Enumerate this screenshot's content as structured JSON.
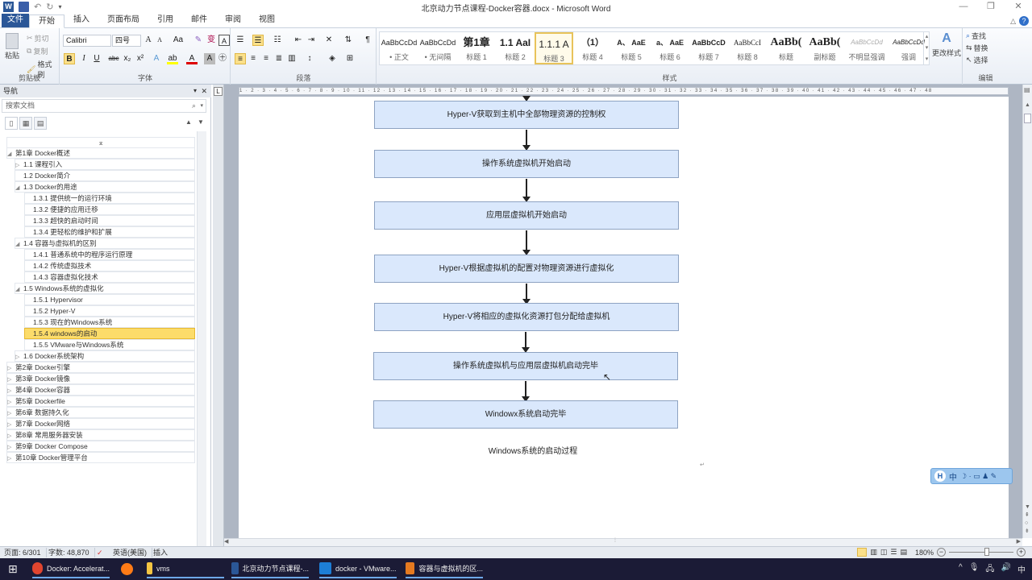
{
  "window": {
    "title": "北京动力节点课程-Docker容器.docx - Microsoft Word",
    "controls": {
      "minimize": "—",
      "restore": "❐",
      "close": "✕"
    }
  },
  "tabs": [
    {
      "label": "文件"
    },
    {
      "label": "开始"
    },
    {
      "label": "插入"
    },
    {
      "label": "页面布局"
    },
    {
      "label": "引用"
    },
    {
      "label": "邮件"
    },
    {
      "label": "审阅"
    },
    {
      "label": "视图"
    }
  ],
  "ribbon": {
    "clipboard": {
      "paste": "粘贴",
      "cut": "剪切",
      "copy": "复制",
      "format_painter": "格式刷",
      "label": "剪贴板"
    },
    "font": {
      "name": "Calibri",
      "size": "四号",
      "label": "字体",
      "bold": "B",
      "italic": "I",
      "underline": "U",
      "strike": "abc",
      "sub": "x₂",
      "sup": "x²"
    },
    "paragraph": {
      "label": "段落"
    },
    "styles": {
      "label": "样式",
      "items": [
        {
          "preview": "AaBbCcDd",
          "name": "• 正文"
        },
        {
          "preview": "AaBbCcDd",
          "name": "• 无间隔"
        },
        {
          "preview": "第1章",
          "name": "标题 1"
        },
        {
          "preview": "1.1 AaI",
          "name": "标题 2"
        },
        {
          "preview": "1.1.1 A",
          "name": "标题 3",
          "selected": true
        },
        {
          "preview": "（1）",
          "name": "标题 4"
        },
        {
          "preview": "A、 AaE",
          "name": "标题 5"
        },
        {
          "preview": "a、 AaE",
          "name": "标题 6"
        },
        {
          "preview": "AaBbCcD",
          "name": "标题 7"
        },
        {
          "preview": "AaBbCcI",
          "name": "标题 8"
        },
        {
          "preview": "AaBb(",
          "name": "标题"
        },
        {
          "preview": "AaBb(",
          "name": "副标题"
        },
        {
          "preview": "AaBbCcDd",
          "name": "不明显强调"
        },
        {
          "preview": "AaBbCcDd",
          "name": "强调"
        }
      ],
      "change_styles": "更改样式"
    },
    "editing": {
      "find": "查找",
      "replace": "替换",
      "select": "选择",
      "label": "编辑"
    }
  },
  "nav": {
    "title": "导航",
    "search_placeholder": "搜索文档",
    "outline": [
      {
        "label": "第1章 Docker概述",
        "level": 0,
        "expand": "◢"
      },
      {
        "label": "1.1 课程引入",
        "level": 1,
        "expand": "▷"
      },
      {
        "label": "1.2 Docker简介",
        "level": 1,
        "expand": ""
      },
      {
        "label": "1.3 Docker的用途",
        "level": 1,
        "expand": "◢"
      },
      {
        "label": "1.3.1 提供统一的运行环境",
        "level": 2,
        "expand": ""
      },
      {
        "label": "1.3.2 便捷的应用迁移",
        "level": 2,
        "expand": ""
      },
      {
        "label": "1.3.3 超快的启动时间",
        "level": 2,
        "expand": ""
      },
      {
        "label": "1.3.4 更轻松的维护和扩展",
        "level": 2,
        "expand": ""
      },
      {
        "label": "1.4 容器与虚拟机的区别",
        "level": 1,
        "expand": "◢"
      },
      {
        "label": "1.4.1 普通系统中的程序运行原理",
        "level": 2,
        "expand": ""
      },
      {
        "label": "1.4.2 传统虚拟技术",
        "level": 2,
        "expand": ""
      },
      {
        "label": "1.4.3 容器虚拟化技术",
        "level": 2,
        "expand": ""
      },
      {
        "label": "1.5 Windows系统的虚拟化",
        "level": 1,
        "expand": "◢"
      },
      {
        "label": "1.5.1 Hypervisor",
        "level": 2,
        "expand": ""
      },
      {
        "label": "1.5.2 Hyper-V",
        "level": 2,
        "expand": ""
      },
      {
        "label": "1.5.3 现在的Windows系统",
        "level": 2,
        "expand": ""
      },
      {
        "label": "1.5.4 windows的启动",
        "level": 2,
        "expand": "",
        "selected": true
      },
      {
        "label": "1.5.5 VMware与Windows系统",
        "level": 2,
        "expand": ""
      },
      {
        "label": "1.6 Docker系统架构",
        "level": 1,
        "expand": "▷"
      },
      {
        "label": "第2章  Docker引擎",
        "level": 0,
        "expand": "▷"
      },
      {
        "label": "第3章 Docker镜像",
        "level": 0,
        "expand": "▷"
      },
      {
        "label": "第4章 Docker容器",
        "level": 0,
        "expand": "▷"
      },
      {
        "label": "第5章 Dockerfile",
        "level": 0,
        "expand": "▷"
      },
      {
        "label": "第6章 数据持久化",
        "level": 0,
        "expand": "▷"
      },
      {
        "label": "第7章 Docker网络",
        "level": 0,
        "expand": "▷"
      },
      {
        "label": "第8章 常用服务器安装",
        "level": 0,
        "expand": "▷"
      },
      {
        "label": "第9章 Docker Compose",
        "level": 0,
        "expand": "▷"
      },
      {
        "label": "第10章 Docker管理平台",
        "level": 0,
        "expand": "▷"
      }
    ]
  },
  "ruler": {
    "ticks": "1 · 2 · 3 · 4 · 5 · 6 · 7 · 8 · 9 · 10 · 11 · 12 · 13 · 14 · 15 · 16 · 17 · 18 · 19 · 20 · 21 · 22 · 23 · 24 · 25 · 26 · 27 · 28 · 29 · 30 · 31 · 32 · 33 · 34 · 35 · 36 · 37 · 38 · 39 · 40 · 41 · 42 · 43 · 44 · 45 · 46 · 47 · 48"
  },
  "document": {
    "flowchart": [
      "Hyper-V获取到主机中全部物理资源的控制权",
      "操作系统虚拟机开始启动",
      "应用层虚拟机开始启动",
      "Hyper-V根据虚拟机的配置对物理资源进行虚拟化",
      "Hyper-V将相应的虚拟化资源打包分配给虚拟机",
      "操作系统虚拟机与应用层虚拟机启动完毕",
      "Windowx系统启动完毕"
    ],
    "caption": "Windows系统的启动过程",
    "paragraph_mark": "↵"
  },
  "ime": {
    "logo": "H",
    "mode": "中",
    "items": "☽ · ▭ ♟ ✎"
  },
  "status": {
    "page": "页面: 6/301",
    "words": "字数: 48,870",
    "language": "英语(美国)",
    "mode": "插入",
    "zoom": "180%"
  },
  "taskbar": {
    "items": [
      {
        "label": "Docker: Accelerat...",
        "color": "#e0452f"
      },
      {
        "label": "",
        "color": "#ff7b16"
      },
      {
        "label": "vms",
        "color": "#f4c542"
      },
      {
        "label": "北京动力节点课程-...",
        "color": "#2b5797"
      },
      {
        "label": "docker - VMware...",
        "color": "#1d7ed6"
      },
      {
        "label": "容器与虚拟机的区...",
        "color": "#e57a20"
      }
    ],
    "tray": {
      "chevron": "^",
      "ime": "中"
    }
  }
}
